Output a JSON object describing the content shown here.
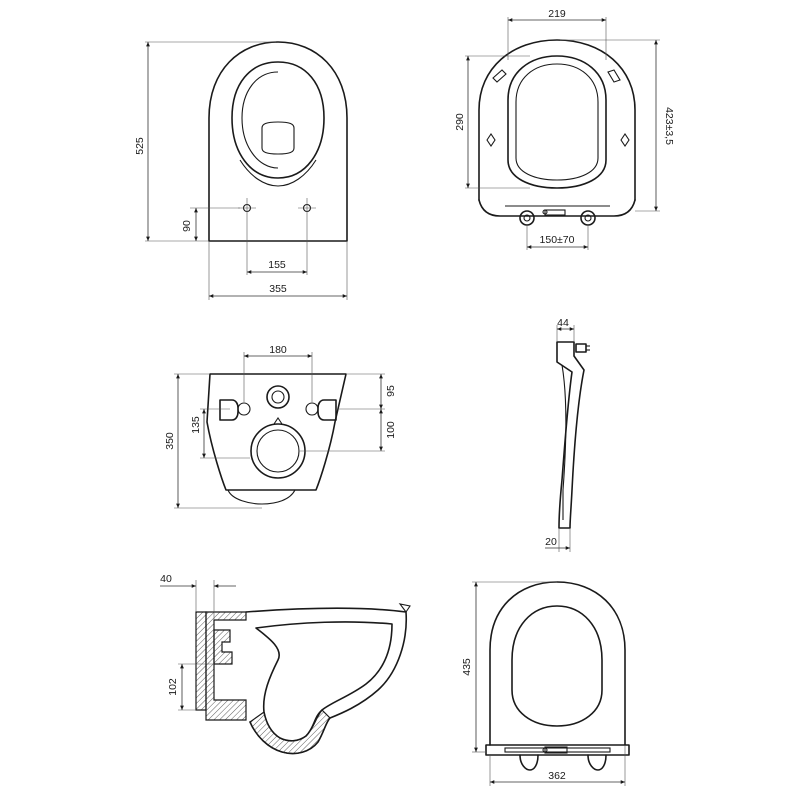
{
  "dimensions": {
    "top_view_length": "525",
    "top_view_width": "355",
    "top_view_fixing_height": "90",
    "top_view_fixing_spacing": "155",
    "seat_width": "219",
    "seat_inner_length": "290",
    "seat_length": "423±3,5",
    "seat_hinge_spacing": "150±70",
    "rear_fixing_spacing": "180",
    "rear_height": "350",
    "rear_fixing_height": "135",
    "rear_top_offset": "95",
    "rear_outlet_height": "100",
    "lid_hinge_depth": "44",
    "lid_thickness": "20",
    "section_wall_offset": "40",
    "section_outlet_height": "102",
    "lid_length": "435",
    "lid_width": "362"
  },
  "colors": {
    "line": "#1a1a1a",
    "background": "#ffffff"
  }
}
